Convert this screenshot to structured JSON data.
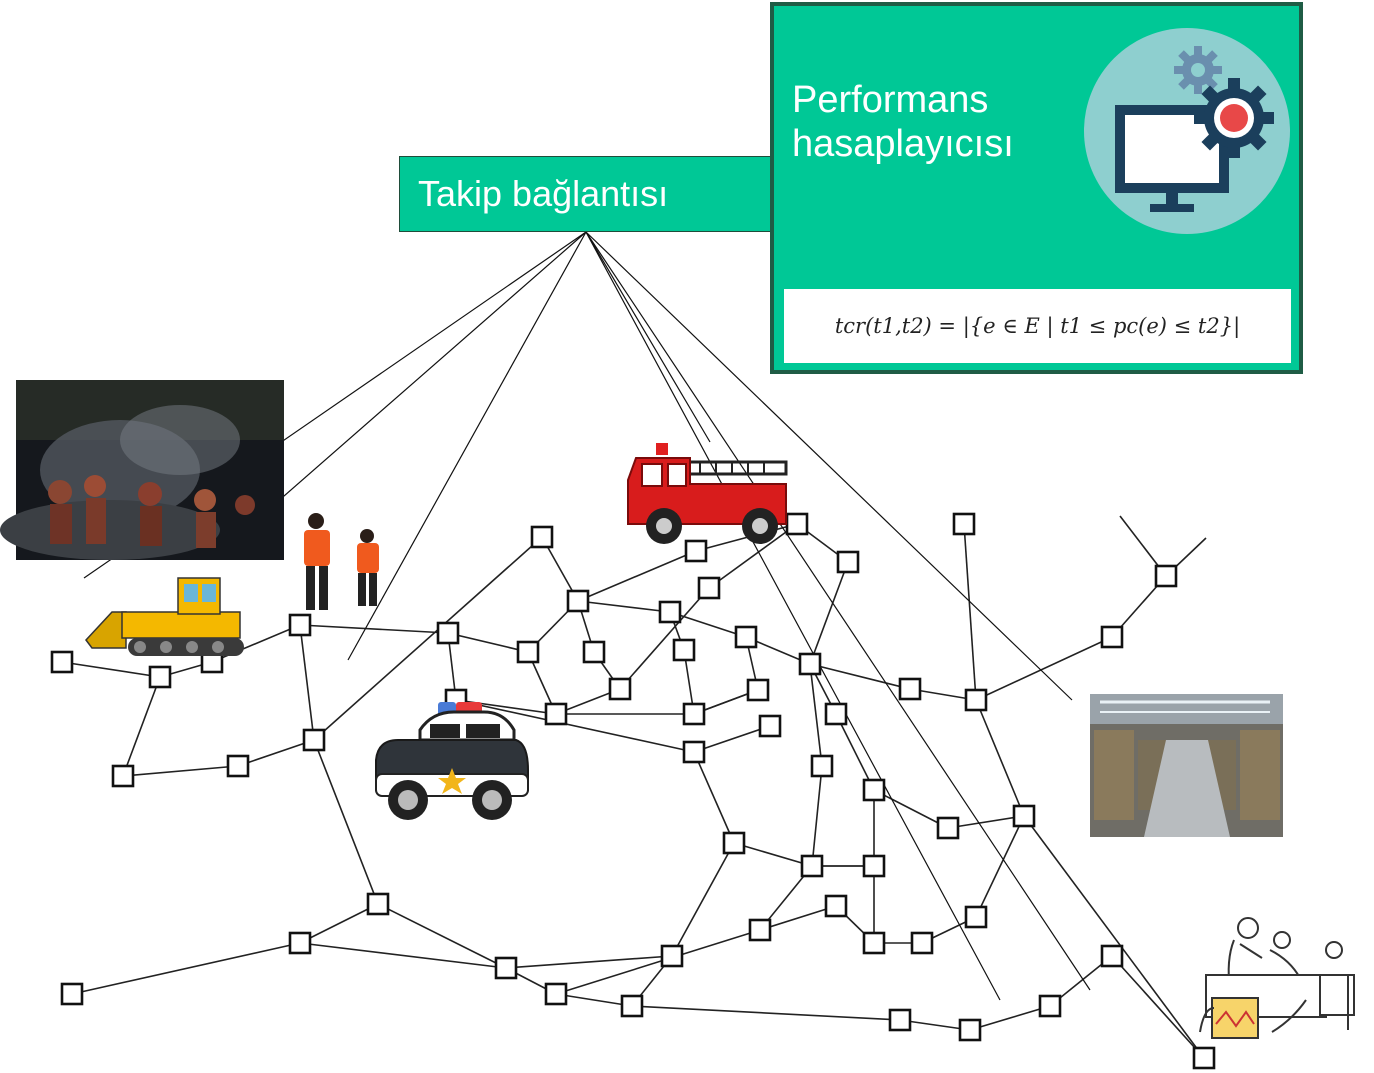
{
  "tracker": {
    "label": "Takip bağlantısı"
  },
  "performance": {
    "title_line1": "Performans",
    "title_line2": "hasaplayıcısı",
    "formula": "tcr(t1,t2) = |{e ∈ E | t1 ≤ pc(e) ≤ t2}|",
    "icon": "computer-gear-icon"
  },
  "icons": {
    "rescue_photo": "rescue-team-photo-icon",
    "bulldozer": "bulldozer-icon",
    "workers": "rescue-workers-icon",
    "police_car": "police-car-icon",
    "fire_truck": "fire-truck-icon",
    "warehouse": "warehouse-photo-icon",
    "hospital": "hospital-bed-icon"
  },
  "colors": {
    "accent_green": "#00c896",
    "panel_border": "#1f5c45",
    "icon_circle": "#8ecfcf",
    "edge": "#222222"
  }
}
